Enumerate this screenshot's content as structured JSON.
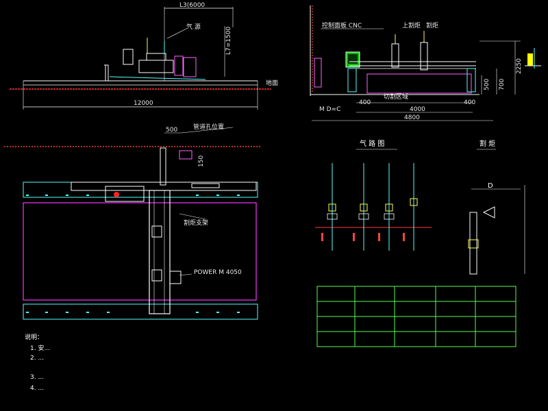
{
  "top_left": {
    "dim_length": "L3(6000",
    "dim_height": "L7=1500",
    "dim_total": "12000",
    "ground": "地面"
  },
  "top_right": {
    "dim_height": "2250",
    "dim_700": "700",
    "dim_500": "500",
    "dim_400_left": "400",
    "dim_400_right": "400",
    "dim_4000": "4000",
    "dim_4800": "4800",
    "left_label": "M D=C"
  },
  "plan_view": {
    "dim_500": "500",
    "dim_150": "150",
    "label_box": "POWER M 4050"
  },
  "gas_diagram": {
    "title": "气 路 图"
  },
  "torch_detail": {
    "dim_d": "D"
  },
  "table": {
    "headers": [
      "",
      "",
      "",
      "",
      ""
    ],
    "rows": [
      [
        "",
        "",
        "",
        "",
        ""
      ],
      [
        "",
        "",
        "",
        "",
        ""
      ],
      [
        "",
        "",
        "",
        "",
        ""
      ],
      [
        "",
        "",
        "",
        "",
        ""
      ]
    ]
  },
  "notes": {
    "title": "说明：",
    "lines": [
      "1. 安...",
      "2. ...",
      "",
      "3. ...",
      "4. ...",
      "",
      ""
    ]
  }
}
